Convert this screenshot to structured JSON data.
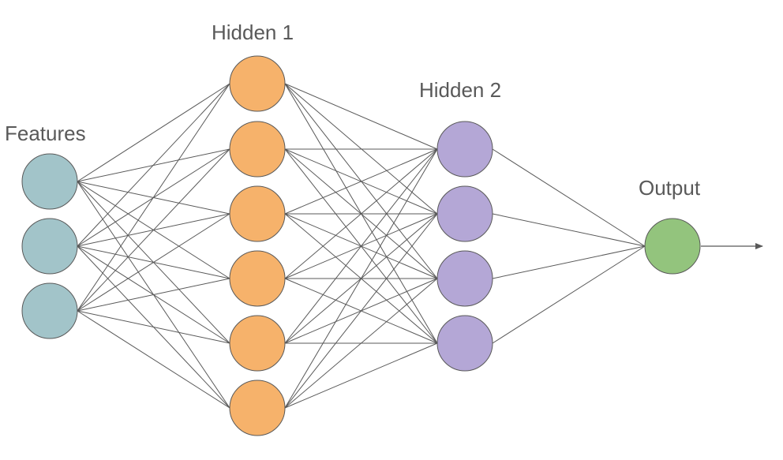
{
  "labels": {
    "features": "Features",
    "hidden1": "Hidden 1",
    "hidden2": "Hidden 2",
    "output": "Output"
  },
  "layers": [
    {
      "key": "features",
      "node_count": 3,
      "fill": "#a2c4c9"
    },
    {
      "key": "hidden1",
      "node_count": 6,
      "fill": "#f6b26b"
    },
    {
      "key": "hidden2",
      "node_count": 4,
      "fill": "#b4a7d6"
    },
    {
      "key": "output",
      "node_count": 1,
      "fill": "#93c47d"
    }
  ],
  "colors": {
    "edge": "#595959",
    "node_stroke": "#595959",
    "label_text": "#595959"
  },
  "connectivity": "fully-connected",
  "output_arrow": true
}
